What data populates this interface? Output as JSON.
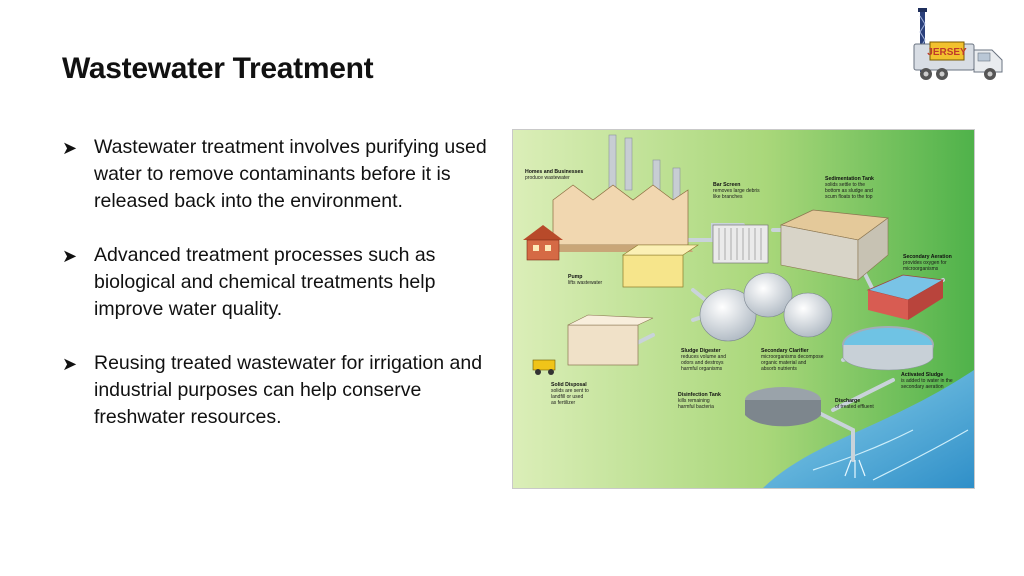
{
  "slide": {
    "title": "Wastewater Treatment",
    "bullets": [
      "Wastewater treatment involves purifying used water to remove contaminants before it is released back into the environment.",
      "Advanced treatment processes such as biological and chemical treatments help improve water quality.",
      "Reusing treated wastewater for irrigation and industrial purposes can help conserve freshwater resources."
    ],
    "bullet_icon": "arrow-bullet-icon"
  },
  "logo": {
    "text": "JERSEY",
    "icon": "truck-logo-icon"
  },
  "diagram": {
    "labels": {
      "homes": {
        "title": "Homes and Businesses",
        "desc": "produce wastewater"
      },
      "bar_screen": {
        "title": "Bar Screen",
        "desc": [
          "removes large debris",
          "like branches"
        ]
      },
      "sedimentation": {
        "title": "Sedimentation Tank",
        "desc": [
          "solids settle to the",
          "bottom as sludge and",
          "scum floats to the top"
        ]
      },
      "secondary_aeration": {
        "title": "Secondary Aeration",
        "desc": [
          "provides oxygen for",
          "microorganisms"
        ]
      },
      "pump": {
        "title": "Pump",
        "desc": "lifts wastewater"
      },
      "sludge_digester": {
        "title": "Sludge Digester",
        "desc": [
          "reduces volume and",
          "odors and destroys",
          "harmful organisms"
        ]
      },
      "secondary_clarifier": {
        "title": "Secondary Clarifier",
        "desc": [
          "microorganisms decompose",
          "organic material and",
          "absorb nutrients"
        ]
      },
      "activated_sludge": {
        "title": "Activated Sludge",
        "desc": [
          "is added to water in the",
          "secondary aeration"
        ]
      },
      "solid_disposal": {
        "title": "Solid Disposal",
        "desc": [
          "solids are sent to",
          "landfill or used",
          "as fertilizer"
        ]
      },
      "disinfection": {
        "title": "Disinfection Tank",
        "desc": [
          "kills remaining",
          "harmful bacteria"
        ]
      },
      "discharge": {
        "title": "Discharge",
        "desc": "of treated effluent"
      }
    }
  }
}
